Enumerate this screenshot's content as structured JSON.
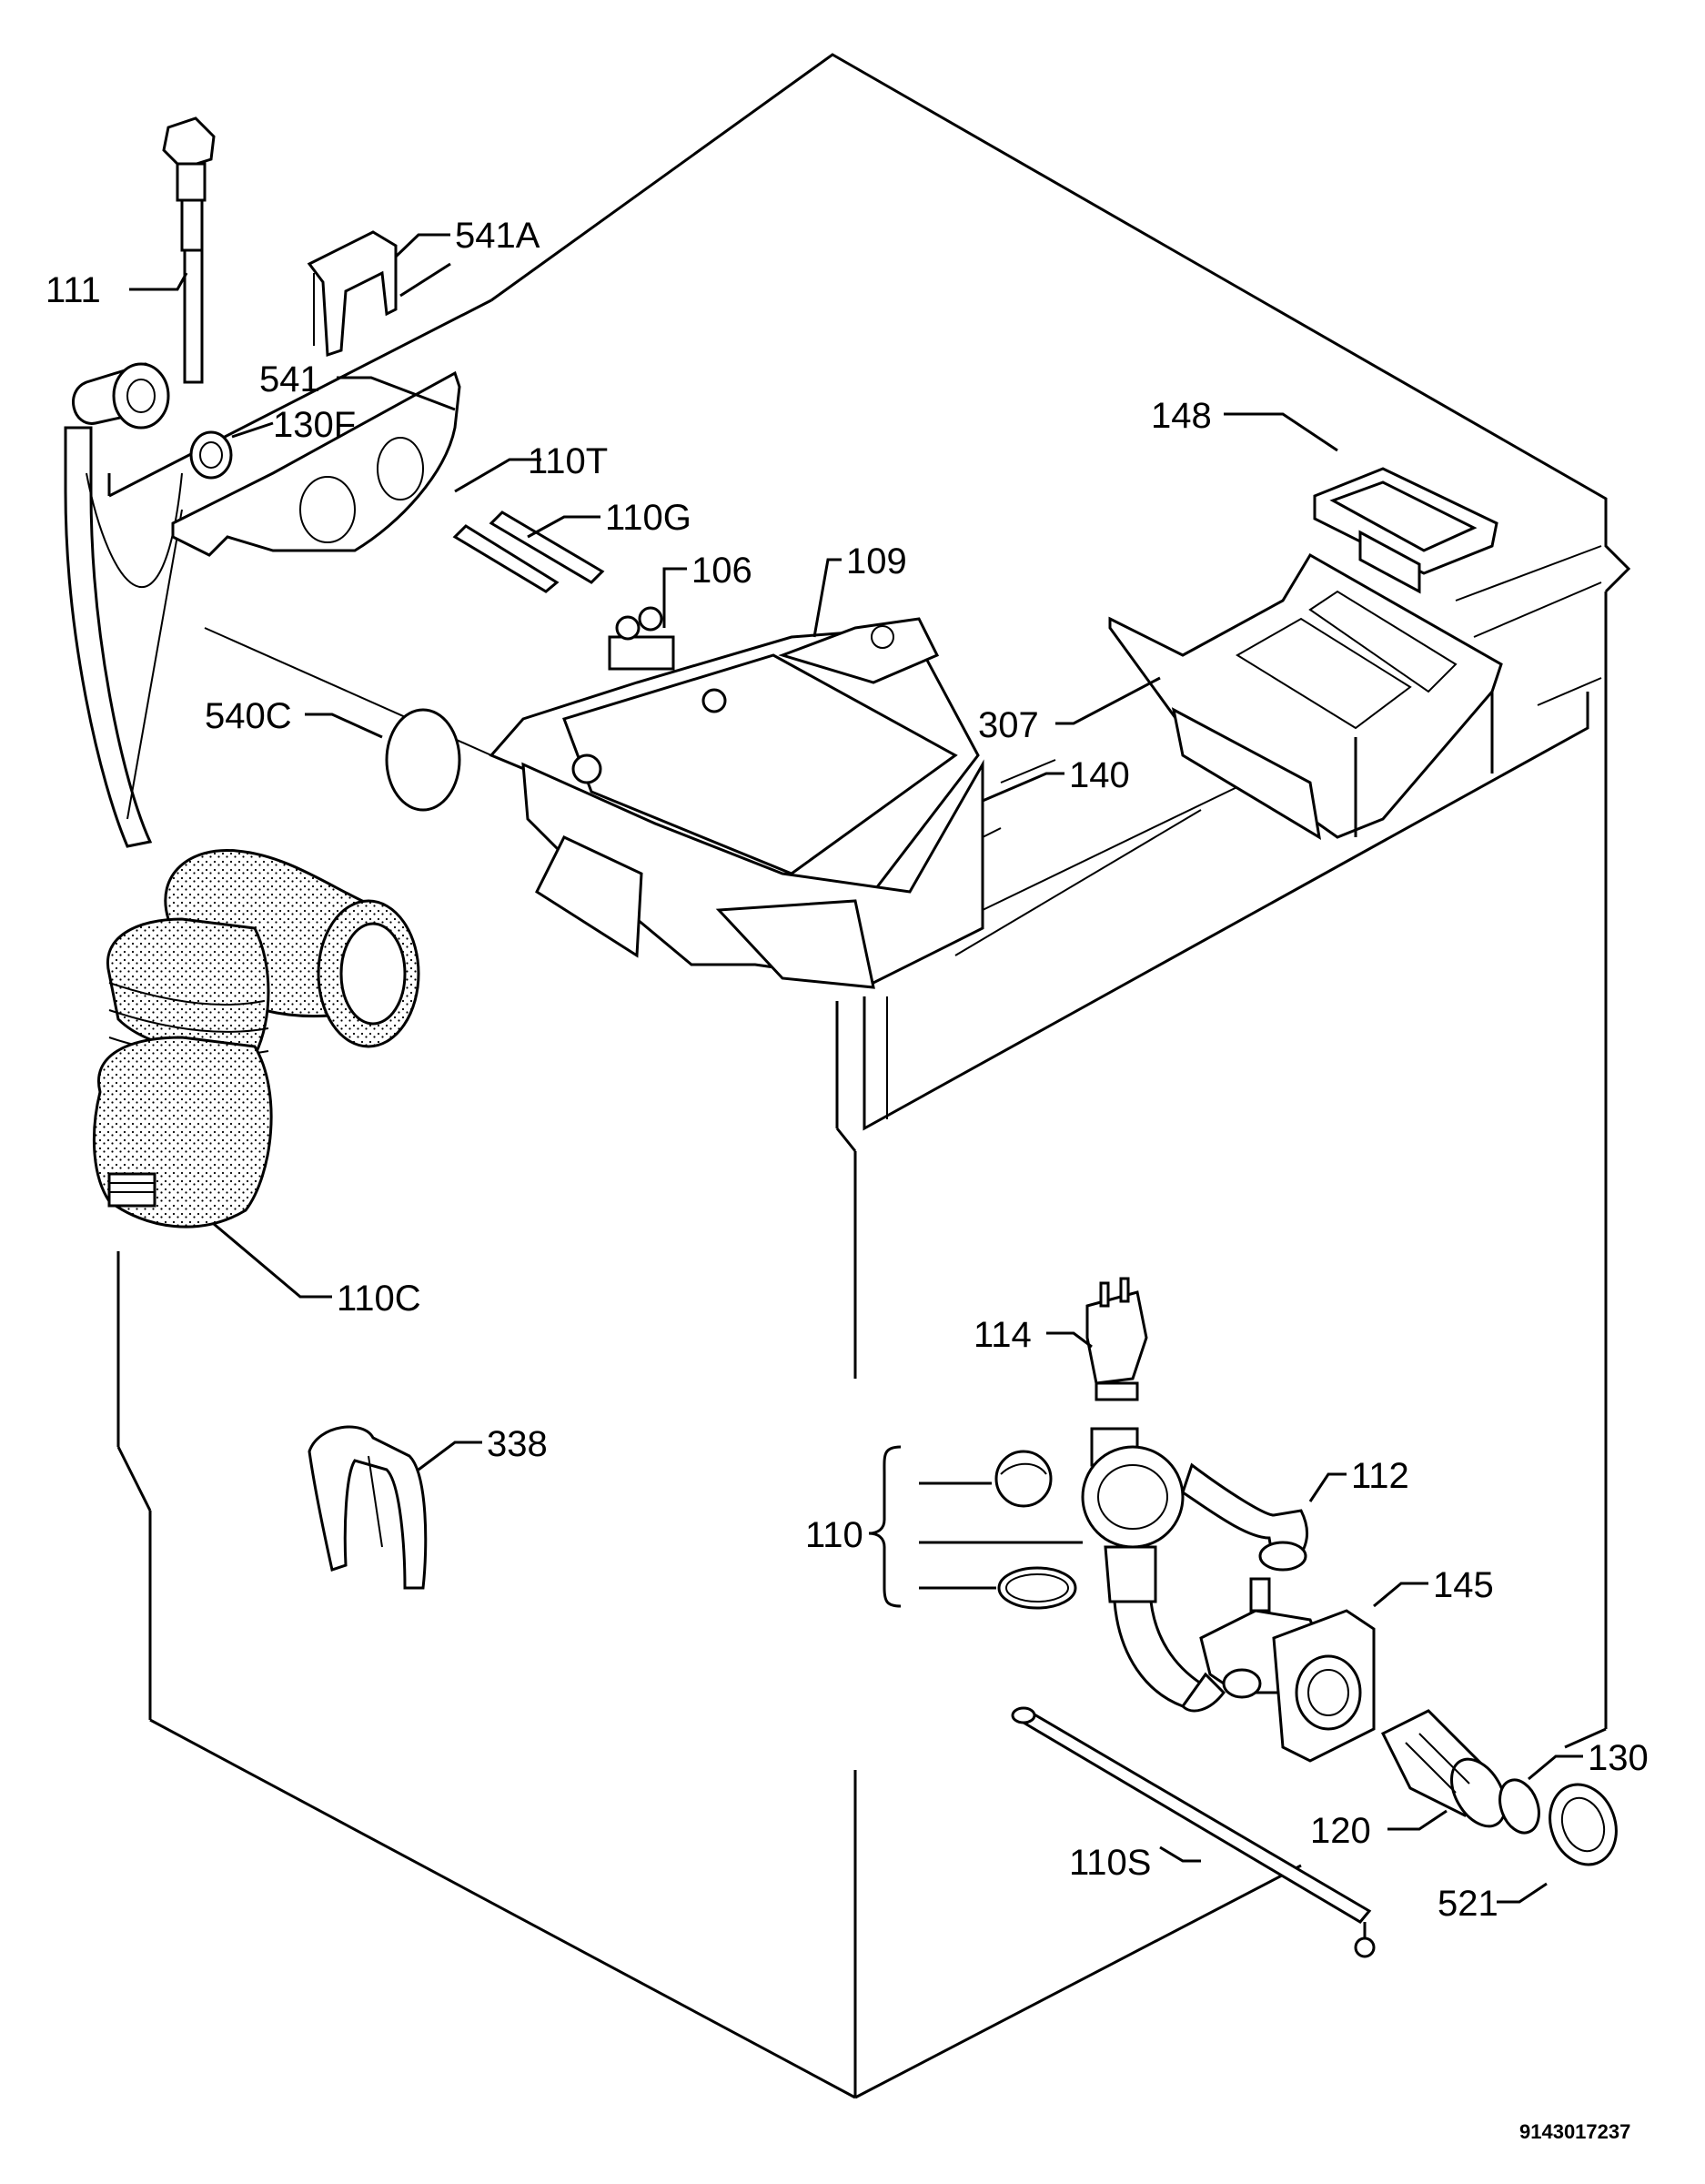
{
  "labels": {
    "l111": "111",
    "l541a": "541A",
    "l541": "541",
    "l130f": "130F",
    "l110t": "110T",
    "l110g": "110G",
    "l106": "106",
    "l109": "109",
    "l148": "148",
    "l307": "307",
    "l140": "140",
    "l540c": "540C",
    "l110c": "110C",
    "l338": "338",
    "l114": "114",
    "l112": "112",
    "l110": "110",
    "l145": "145",
    "l130": "130",
    "l120": "120",
    "l110s": "110S",
    "l521": "521"
  },
  "footer": {
    "drawing_number": "9143017237"
  }
}
